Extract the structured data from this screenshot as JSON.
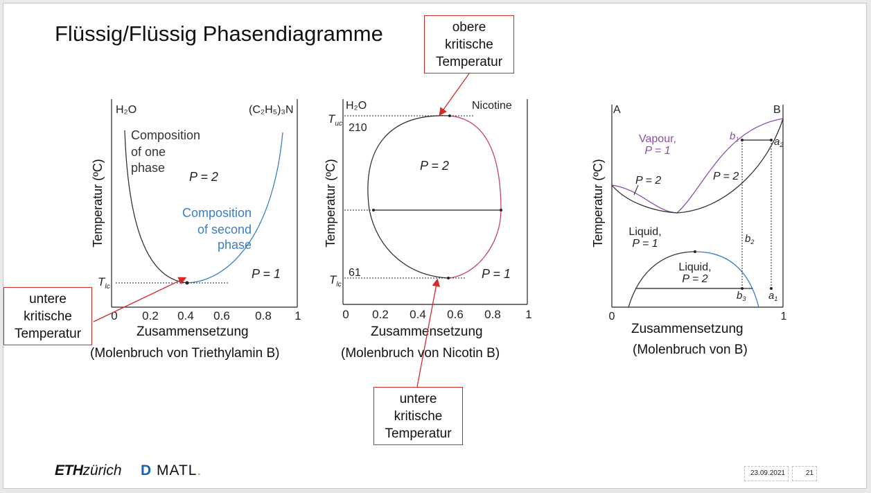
{
  "slide": {
    "title": "Flüssig/Flüssig Phasendiagramme",
    "date": "23.09.2021",
    "page_number": "21"
  },
  "callouts": {
    "upper_critical": "obere\nkritische\nTemperatur",
    "lower_critical_left": "untere\nkritische\nTemperatur",
    "lower_critical_middle": "untere\nkritische\nTemperatur"
  },
  "diagram_left": {
    "left_label": "H₂O",
    "right_label": "(C₂H₅)₃N",
    "y_label": "Temperatur (ºC)",
    "x_caption": "Zusammensetzung",
    "x_caption_2": "(Molenbruch von Triethylamin B)",
    "t_marker": "T",
    "t_marker_sub": "lc",
    "text_one_phase": [
      "Composition",
      "of one",
      "phase"
    ],
    "text_second_phase": [
      "Composition",
      "of second",
      "phase"
    ],
    "text_p2": "P = 2",
    "text_p1": "P = 1",
    "x_ticks": [
      "0",
      "0.2",
      "0.4",
      "0.6",
      "0.8",
      "1"
    ],
    "colors": {
      "one_phase": "#333333",
      "second_phase": "#3a7ec2"
    }
  },
  "diagram_middle": {
    "left_label": "H₂O",
    "right_label": "Nicotine",
    "y_label": "Temperatur (ºC)",
    "x_caption": "Zusammensetzung",
    "x_caption_2": "(Molenbruch von Nicotin B)",
    "t_upper": "T",
    "t_upper_sub": "uc",
    "t_lower": "T",
    "t_lower_sub": "lc",
    "temp_upper": "210",
    "temp_lower": "61",
    "text_p2": "P = 2",
    "text_p1": "P = 1",
    "x_ticks": [
      "0",
      "0.2",
      "0.4",
      "0.6",
      "0.8",
      "1"
    ],
    "colors": {
      "left_branch": "#333333",
      "right_branch": "#c0426a"
    }
  },
  "diagram_right": {
    "left_label": "A",
    "right_label": "B",
    "y_label": "Temperatur (ºC)",
    "x_caption": "Zusammensetzung",
    "x_caption_2": "(Molenbruch von B)",
    "vapour": "Vapour,",
    "vapour_p": "P = 1",
    "p2_left": "P = 2",
    "p2_right": "P = 2",
    "liquid_top": "Liquid,",
    "liquid_top_p": "P = 1",
    "liquid_bottom": "Liquid,",
    "liquid_bottom_p": "P = 2",
    "b1": "b",
    "b1_sub": "1",
    "a2": "a",
    "a2_sub": "2",
    "b2": "b",
    "b2_sub": "2",
    "b3": "b",
    "b3_sub": "3",
    "a1": "a",
    "a1_sub": "1",
    "x_ticks": [
      "0",
      "1"
    ],
    "colors": {
      "vapour": "#8a4fa5",
      "liquid": "#3a7ec2",
      "line": "#333333"
    }
  }
}
